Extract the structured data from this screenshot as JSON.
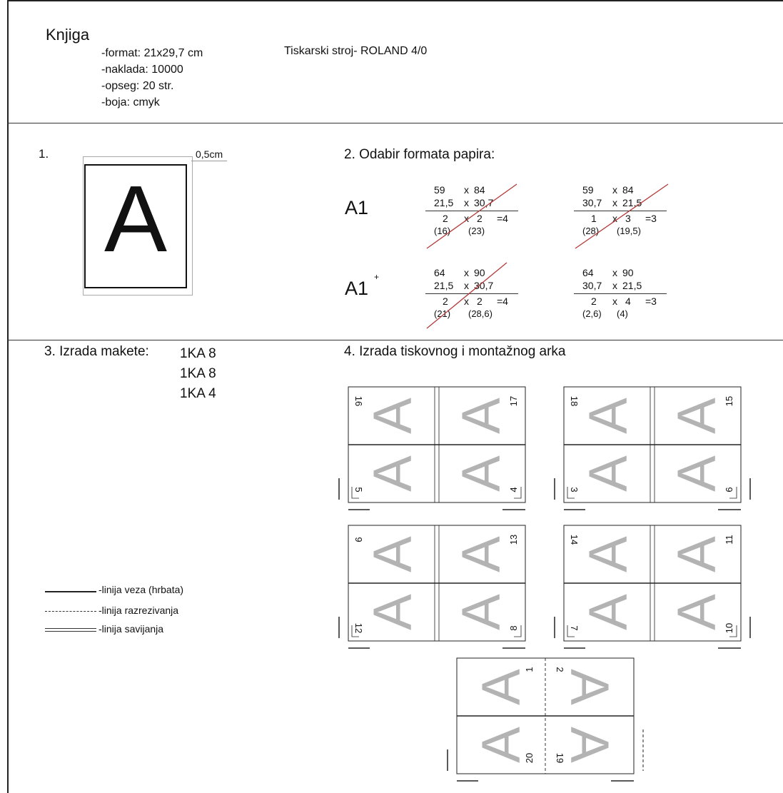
{
  "header": {
    "title": "Knjiga",
    "specs": [
      "-format: 21x29,7 cm",
      "-naklada: 10000",
      "-opseg: 20 str.",
      "-boja: cmyk"
    ],
    "machine": "Tiskarski stroj- ROLAND 4/0"
  },
  "step1": {
    "label": "1.",
    "letter": "A",
    "margin_label": "0,5cm"
  },
  "step2": {
    "title": "2. Odabir formata papira:",
    "formats": [
      {
        "name": "A1",
        "sup": "",
        "calcs": [
          {
            "r1": [
              "59",
              "x",
              "84"
            ],
            "r2": [
              "21,5",
              "x",
              "30,7"
            ],
            "r3": [
              "2",
              "x",
              "2",
              "=4"
            ],
            "r4": [
              "(16)",
              "(23)"
            ],
            "crossed": true
          },
          {
            "r1": [
              "59",
              "x",
              "84"
            ],
            "r2": [
              "30,7",
              "x",
              "21,5"
            ],
            "r3": [
              "1",
              "x",
              "3",
              "=3"
            ],
            "r4": [
              "(28)",
              "(19,5)"
            ],
            "crossed": true
          }
        ]
      },
      {
        "name": "A1",
        "sup": "+",
        "calcs": [
          {
            "r1": [
              "64",
              "x",
              "90"
            ],
            "r2": [
              "21,5",
              "x",
              "30,7"
            ],
            "r3": [
              "2",
              "x",
              "2",
              "=4"
            ],
            "r4": [
              "(21)",
              "(28,6)"
            ],
            "crossed": true
          },
          {
            "r1": [
              "64",
              "x",
              "90"
            ],
            "r2": [
              "30,7",
              "x",
              "21,5"
            ],
            "r3": [
              "2",
              "x",
              "4",
              "=3"
            ],
            "r4": [
              "(2,6)",
              "(4)"
            ],
            "crossed": false
          }
        ]
      }
    ]
  },
  "step3": {
    "title": "3. Izrada makete:",
    "items": [
      "1KA  8",
      "1KA  8",
      "1KA  4"
    ]
  },
  "legend": [
    {
      "style": "solid",
      "label": "-linija veza (hrbata)"
    },
    {
      "style": "dashed",
      "label": "-linija razrezivanja"
    },
    {
      "style": "double",
      "label": "-linija savijanja"
    }
  ],
  "step4": {
    "title": "4. Izrada tiskovnog i montažnog arka",
    "letter": "A",
    "sheets": [
      {
        "pages": [
          "16",
          "17",
          "5",
          "4"
        ]
      },
      {
        "pages": [
          "18",
          "15",
          "3",
          "6"
        ]
      },
      {
        "pages": [
          "9",
          "13",
          "12",
          "8"
        ]
      },
      {
        "pages": [
          "14",
          "11",
          "7",
          "10"
        ]
      },
      {
        "pages": [
          "1",
          "2",
          "20",
          "19"
        ]
      }
    ]
  },
  "colors": {
    "ghost_letter": "#b3b3b3",
    "cross": "#b23a3a",
    "line": "#222222"
  }
}
